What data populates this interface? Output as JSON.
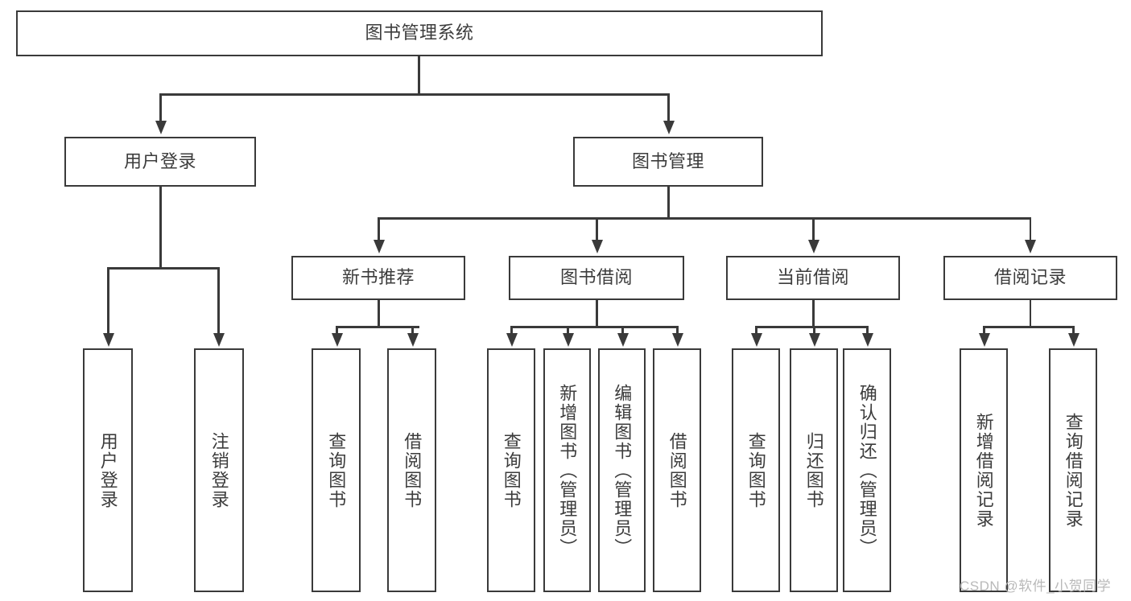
{
  "diagram": {
    "type": "tree-hierarchy-chart",
    "title": "图书管理系统",
    "watermark": "CSDN @软件_小贺同学",
    "colors": {
      "stroke": "#3a3a3a",
      "text": "#3c3c3c",
      "background": "#ffffff",
      "watermark": "#b9b9b9"
    },
    "levels": [
      {
        "level": 1,
        "nodes": [
          "root"
        ]
      },
      {
        "level": 2,
        "nodes": [
          "user-login",
          "book-management"
        ]
      },
      {
        "level": 3,
        "nodes": [
          "new-book-recommend",
          "book-borrow",
          "current-borrow",
          "borrow-record"
        ]
      },
      {
        "level": 4,
        "nodes": [
          "leaf-user-login",
          "leaf-logout-login",
          "leaf-query-book-1",
          "leaf-borrow-book-1",
          "leaf-query-book-2",
          "leaf-add-book-admin",
          "leaf-edit-book-admin",
          "leaf-borrow-book-2",
          "leaf-query-book-3",
          "leaf-return-book",
          "leaf-confirm-return-admin",
          "leaf-add-borrow-record",
          "leaf-query-borrow-record"
        ]
      }
    ],
    "nodes": {
      "root": {
        "label": "图书管理系统"
      },
      "user_login": {
        "label": "用户登录"
      },
      "book_management": {
        "label": "图书管理"
      },
      "new_book_recommend": {
        "label": "新书推荐"
      },
      "book_borrow": {
        "label": "图书借阅"
      },
      "current_borrow": {
        "label": "当前借阅"
      },
      "borrow_record": {
        "label": "借阅记录"
      }
    },
    "leaves": {
      "user_login": [
        {
          "label": "用户登录"
        },
        {
          "label": "注销登录"
        }
      ],
      "new_book_recommend": [
        {
          "label": "查询图书"
        },
        {
          "label": "借阅图书"
        }
      ],
      "book_borrow": [
        {
          "label": "查询图书"
        },
        {
          "label": "新增图书（管理员）"
        },
        {
          "label": "编辑图书（管理员）"
        },
        {
          "label": "借阅图书"
        }
      ],
      "current_borrow": [
        {
          "label": "查询图书"
        },
        {
          "label": "归还图书"
        },
        {
          "label": "确认归还（管理员）"
        }
      ],
      "borrow_record": [
        {
          "label": "新增借阅记录"
        },
        {
          "label": "查询借阅记录"
        }
      ]
    }
  }
}
